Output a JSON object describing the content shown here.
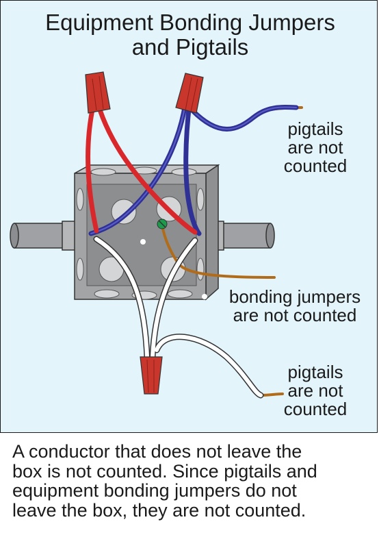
{
  "title": [
    "Equipment Bonding Jumpers",
    "and Pigtails"
  ],
  "labels": {
    "pigtails_top": [
      "pigtails",
      "are not",
      "counted"
    ],
    "bonding": [
      "bonding jumpers",
      "are not counted"
    ],
    "pigtails_bottom": [
      "pigtails",
      "are not",
      "counted"
    ]
  },
  "caption": [
    "A conductor that does not leave the",
    "box is not counted. Since pigtails and",
    "equipment bonding jumpers do not",
    "leave the box, they are not counted."
  ],
  "colors": {
    "background": "#e3f4fb",
    "box": "#a3a4a6",
    "wire_hot": "#d8282c",
    "wire_neutral": "#ffffff",
    "wire_ground": "#2f3196",
    "bonding_wire": "#b06c1a",
    "wire_nut": "#c9372c",
    "ground_screw": "#1a9c4a"
  }
}
